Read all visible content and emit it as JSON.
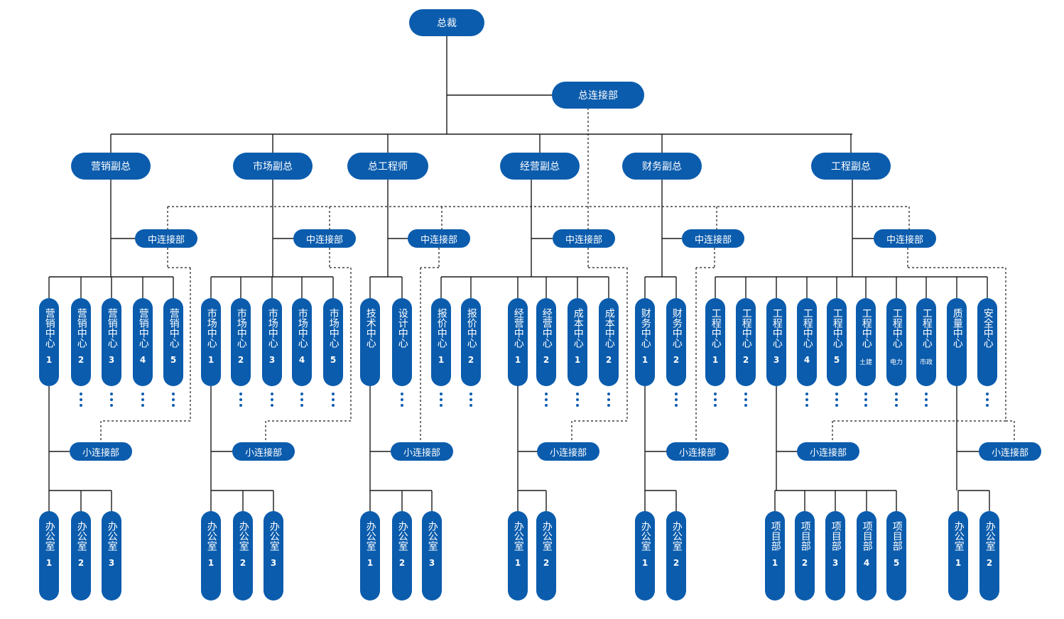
{
  "president": "总裁",
  "general_liaison": "总连接部",
  "vice_presidents": [
    "营销副总",
    "市场副总",
    "总工程师",
    "经营副总",
    "财务副总",
    "工程副总"
  ],
  "mid_liaison": "中连接部",
  "small_liaison": "小连接部",
  "centers": [
    {
      "text": "营销中心",
      "num": "1"
    },
    {
      "text": "营销中心",
      "num": "2"
    },
    {
      "text": "营销中心",
      "num": "3"
    },
    {
      "text": "营销中心",
      "num": "4"
    },
    {
      "text": "营销中心",
      "num": "5"
    },
    {
      "text": "市场中心",
      "num": "1"
    },
    {
      "text": "市场中心",
      "num": "2"
    },
    {
      "text": "市场中心",
      "num": "3"
    },
    {
      "text": "市场中心",
      "num": "4"
    },
    {
      "text": "市场中心",
      "num": "5"
    },
    {
      "text": "技术中心",
      "num": ""
    },
    {
      "text": "设计中心",
      "num": ""
    },
    {
      "text": "报价中心",
      "num": "1"
    },
    {
      "text": "报价中心",
      "num": "2"
    },
    {
      "text": "经营中心",
      "num": "1"
    },
    {
      "text": "经营中心",
      "num": "2"
    },
    {
      "text": "成本中心",
      "num": "1"
    },
    {
      "text": "成本中心",
      "num": "2"
    },
    {
      "text": "财务中心",
      "num": "1"
    },
    {
      "text": "财务中心",
      "num": "2"
    },
    {
      "text": "工程中心",
      "num": "1"
    },
    {
      "text": "工程中心",
      "num": "2"
    },
    {
      "text": "工程中心",
      "num": "3"
    },
    {
      "text": "工程中心",
      "num": "4"
    },
    {
      "text": "工程中心",
      "num": "5"
    },
    {
      "text": "工程中心",
      "num": "土建"
    },
    {
      "text": "工程中心",
      "num": "电力"
    },
    {
      "text": "工程中心",
      "num": "市政"
    },
    {
      "text": "质量中心",
      "num": ""
    },
    {
      "text": "安全中心",
      "num": ""
    }
  ],
  "offices": [
    {
      "text": "办公室",
      "num": "1"
    },
    {
      "text": "办公室",
      "num": "2"
    },
    {
      "text": "办公室",
      "num": "3"
    },
    {
      "text": "办公室",
      "num": "1"
    },
    {
      "text": "办公室",
      "num": "2"
    },
    {
      "text": "办公室",
      "num": "3"
    },
    {
      "text": "办公室",
      "num": "1"
    },
    {
      "text": "办公室",
      "num": "2"
    },
    {
      "text": "办公室",
      "num": "3"
    },
    {
      "text": "办公室",
      "num": "1"
    },
    {
      "text": "办公室",
      "num": "2"
    },
    {
      "text": "办公室",
      "num": "1"
    },
    {
      "text": "办公室",
      "num": "2"
    },
    {
      "text": "项目部",
      "num": "1"
    },
    {
      "text": "项目部",
      "num": "2"
    },
    {
      "text": "项目部",
      "num": "3"
    },
    {
      "text": "项目部",
      "num": "4"
    },
    {
      "text": "项目部",
      "num": "5"
    },
    {
      "text": "办公室",
      "num": "1"
    },
    {
      "text": "办公室",
      "num": "2"
    }
  ],
  "colors": {
    "node": "#0b5cad",
    "line": "#1a1a1a"
  }
}
